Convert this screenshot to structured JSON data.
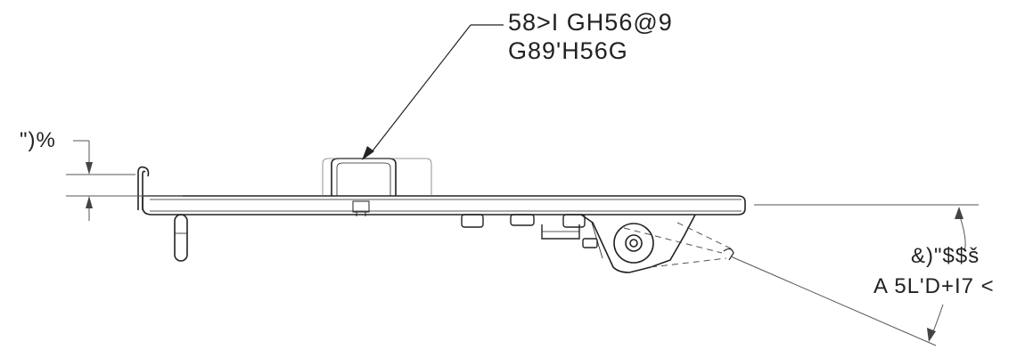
{
  "callout": {
    "line1": "58>I GH56@9",
    "line2": "G89'H56G"
  },
  "dimension_left": "\")%",
  "angle_dimension": {
    "line1": "&)\"$$š",
    "line2": "A 5L'D+I7 <"
  },
  "colors": {
    "stroke": "#222222",
    "thin": "#555555",
    "text": "#222222"
  }
}
